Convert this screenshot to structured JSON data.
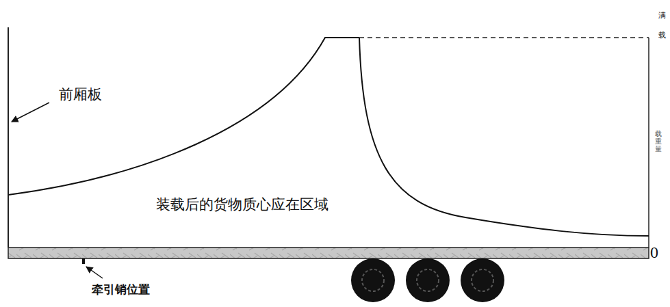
{
  "diagram": {
    "labels": [
      "满载",
      "前厢板",
      "装载后的货物质心应在区域",
      "0",
      "牵引销位置",
      "载重量"
    ]
  }
}
